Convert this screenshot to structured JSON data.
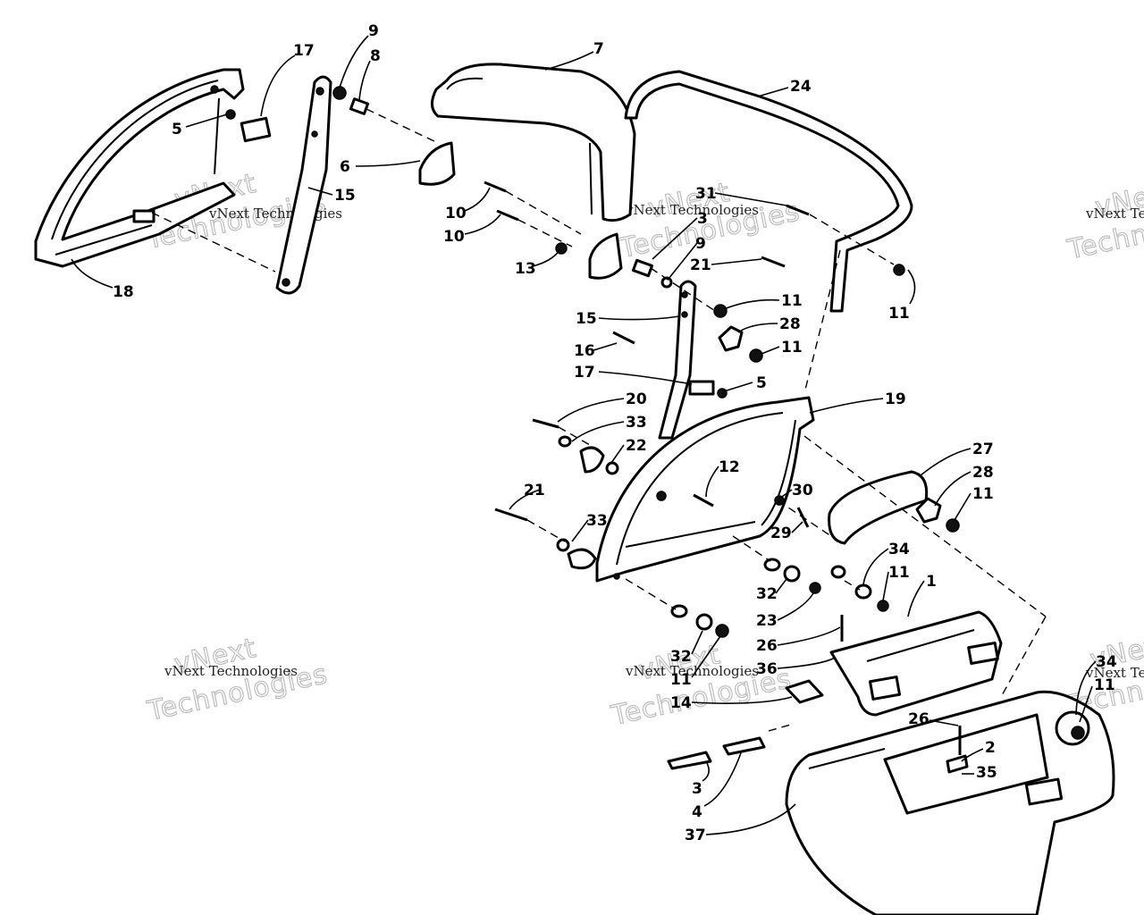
{
  "callouts": [
    {
      "id": "c9a",
      "text": "9"
    },
    {
      "id": "c8",
      "text": "8"
    },
    {
      "id": "c17a",
      "text": "17"
    },
    {
      "id": "c7",
      "text": "7"
    },
    {
      "id": "c24",
      "text": "24"
    },
    {
      "id": "c5a",
      "text": "5"
    },
    {
      "id": "c6",
      "text": "6"
    },
    {
      "id": "c15a",
      "text": "15"
    },
    {
      "id": "c10a",
      "text": "10"
    },
    {
      "id": "c10b",
      "text": "10"
    },
    {
      "id": "c31",
      "text": "31"
    },
    {
      "id": "c3a",
      "text": "3"
    },
    {
      "id": "c9b",
      "text": "9"
    },
    {
      "id": "c13",
      "text": "13"
    },
    {
      "id": "c18",
      "text": "18"
    },
    {
      "id": "c21a",
      "text": "21"
    },
    {
      "id": "c11a",
      "text": "11"
    },
    {
      "id": "c11b",
      "text": "11"
    },
    {
      "id": "c28a",
      "text": "28"
    },
    {
      "id": "c11c",
      "text": "11"
    },
    {
      "id": "c15b",
      "text": "15"
    },
    {
      "id": "c16",
      "text": "16"
    },
    {
      "id": "c17b",
      "text": "17"
    },
    {
      "id": "c5b",
      "text": "5"
    },
    {
      "id": "c19",
      "text": "19"
    },
    {
      "id": "c20",
      "text": "20"
    },
    {
      "id": "c33a",
      "text": "33"
    },
    {
      "id": "c22",
      "text": "22"
    },
    {
      "id": "c27",
      "text": "27"
    },
    {
      "id": "c12",
      "text": "12"
    },
    {
      "id": "c28b",
      "text": "28"
    },
    {
      "id": "c11d",
      "text": "11"
    },
    {
      "id": "c21b",
      "text": "21"
    },
    {
      "id": "c30",
      "text": "30"
    },
    {
      "id": "c33b",
      "text": "33"
    },
    {
      "id": "c29",
      "text": "29"
    },
    {
      "id": "c34a",
      "text": "34"
    },
    {
      "id": "c11e",
      "text": "11"
    },
    {
      "id": "c1",
      "text": "1"
    },
    {
      "id": "c32a",
      "text": "32"
    },
    {
      "id": "c23",
      "text": "23"
    },
    {
      "id": "c26a",
      "text": "26"
    },
    {
      "id": "c36",
      "text": "36"
    },
    {
      "id": "c32b",
      "text": "32"
    },
    {
      "id": "c11f",
      "text": "11"
    },
    {
      "id": "c14",
      "text": "14"
    },
    {
      "id": "c34b",
      "text": "34"
    },
    {
      "id": "c11g",
      "text": "11"
    },
    {
      "id": "c26b",
      "text": "26"
    },
    {
      "id": "c2",
      "text": "2"
    },
    {
      "id": "c35",
      "text": "35"
    },
    {
      "id": "c3b",
      "text": "3"
    },
    {
      "id": "c4",
      "text": "4"
    },
    {
      "id": "c37",
      "text": "37"
    }
  ],
  "watermark": {
    "brand_line1": "vNext",
    "brand_line2": "Technologies",
    "caption": "vNext Technologies"
  }
}
